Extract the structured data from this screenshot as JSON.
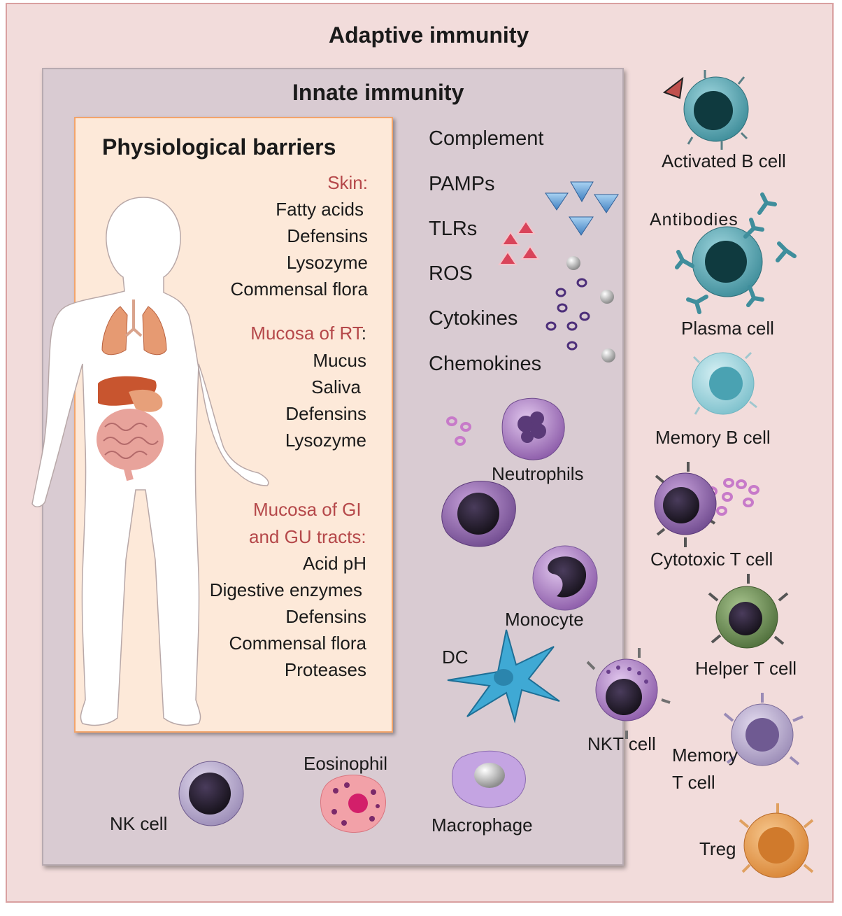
{
  "adaptive_title": "Adaptive immunity",
  "innate_title": "Innate immunity",
  "barriers": {
    "title": "Physiological barriers",
    "skin_heading": "Skin:",
    "skin_items": [
      "Fatty acids",
      "Defensins",
      "Lysozyme",
      "Commensal flora"
    ],
    "rt_heading": "Mucosa of RT",
    "rt_colon": ":",
    "rt_items": [
      "Mucus",
      "Saliva",
      "Defensins",
      "Lysozyme"
    ],
    "gi_heading_1": "Mucosa of GI",
    "gi_heading_2": "and GU tracts:",
    "gi_items": [
      "Acid pH",
      "Digestive enzymes",
      "Defensins",
      "Commensal flora",
      "Proteases"
    ]
  },
  "innate_molecules": [
    "Complement",
    "PAMPs",
    "TLRs",
    "ROS",
    "Cytokines",
    "Chemokines"
  ],
  "innate_cells": {
    "neutrophils": "Neutrophils",
    "monocyte": "Monocyte",
    "dc": "DC",
    "nkt": "NKT cell",
    "nk": "NK cell",
    "eosinophil": "Eosinophil",
    "macrophage": "Macrophage"
  },
  "adaptive_cells": {
    "activated_b": "Activated B cell",
    "antibodies": "Antibodies",
    "plasma": "Plasma cell",
    "memory_b": "Memory B cell",
    "cytotoxic_t": "Cytotoxic T cell",
    "helper_t": "Helper T cell",
    "memory_t_1": "Memory",
    "memory_t_2": "T cell",
    "treg": "Treg"
  },
  "colors": {
    "outer_bg": "#f2dcdb",
    "inner_bg": "#d9cbd2",
    "barrier_bg": "#fde9d9",
    "heading_red": "#b5484a"
  }
}
